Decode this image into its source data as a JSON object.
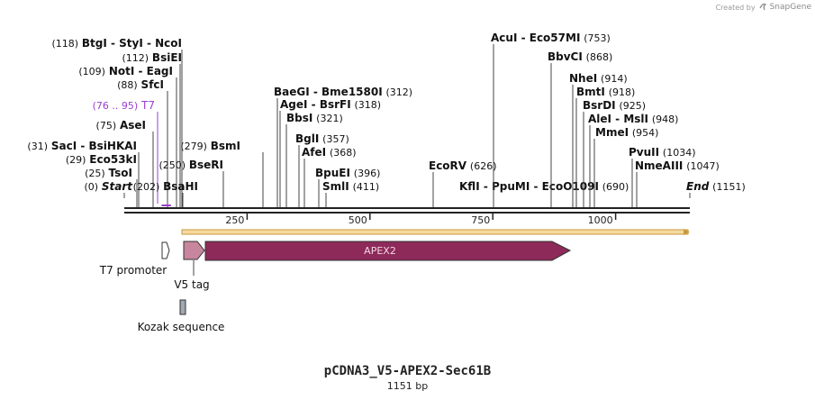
{
  "credit": {
    "prefix": "Created by",
    "brand": "SnapGene"
  },
  "title": "pCDNA3_V5-APEX2-Sec61B",
  "subtitle": "1151 bp",
  "sequence_length": 1151,
  "ruler": {
    "ticks": [
      {
        "pos": 250,
        "label": "250"
      },
      {
        "pos": 500,
        "label": "500"
      },
      {
        "pos": 750,
        "label": "750"
      },
      {
        "pos": 1000,
        "label": "1000"
      }
    ]
  },
  "colors": {
    "backbone": "#222222",
    "orf_band": "#f6d9a0",
    "orf_band_edge": "#c89a3a",
    "apex2": "#8e2a5a",
    "v5": "#c7869e",
    "kozak": "#a0a8b0",
    "t7": "#9b3fd1",
    "label": "#111111"
  },
  "features": {
    "t7_promoter": {
      "label": "T7 promoter",
      "start": 76,
      "end": 95
    },
    "v5_tag": {
      "label": "V5 tag",
      "start": 121,
      "end": 162
    },
    "apex2": {
      "label": "APEX2",
      "start": 166,
      "end": 916
    },
    "kozak": {
      "label": "Kozak sequence",
      "start": 112,
      "end": 120
    }
  },
  "sites": [
    {
      "id": "btgi",
      "names": [
        "BtgI",
        "StyI",
        "NcoI"
      ],
      "num": "(118)",
      "pos": 118
    },
    {
      "id": "bsiei",
      "names": [
        "BsiEI"
      ],
      "num": "(112)",
      "pos": 112
    },
    {
      "id": "noti",
      "names": [
        "NotI",
        "EagI"
      ],
      "num": "(109)",
      "pos": 109
    },
    {
      "id": "sfci",
      "names": [
        "SfcI"
      ],
      "num": "(88)",
      "pos": 88
    },
    {
      "id": "t7",
      "names": [
        "T7"
      ],
      "num": "(76 .. 95)",
      "pos": 85,
      "primer": true
    },
    {
      "id": "asei",
      "names": [
        "AseI"
      ],
      "num": "(75)",
      "pos": 75
    },
    {
      "id": "saci",
      "names": [
        "SacI",
        "BsiHKAI"
      ],
      "num": "(31)",
      "pos": 31
    },
    {
      "id": "eco53ki",
      "names": [
        "Eco53kI"
      ],
      "num": "(29)",
      "pos": 29
    },
    {
      "id": "tsoi",
      "names": [
        "TsoI"
      ],
      "num": "(25)",
      "pos": 25
    },
    {
      "id": "start",
      "names": [
        "Start"
      ],
      "num": "(0)",
      "pos": 0,
      "italic": true
    },
    {
      "id": "bsahi",
      "names": [
        "BsaHI"
      ],
      "num": "(202)",
      "pos": 202
    },
    {
      "id": "bseri",
      "names": [
        "BseRI"
      ],
      "num": "(250)",
      "pos": 250
    },
    {
      "id": "bsmi",
      "names": [
        "BsmI"
      ],
      "num": "(279)",
      "pos": 279
    },
    {
      "id": "baegi",
      "names": [
        "BaeGI",
        "Bme1580I"
      ],
      "num": "(312)",
      "pos": 312
    },
    {
      "id": "agei",
      "names": [
        "AgeI",
        "BsrFI"
      ],
      "num": "(318)",
      "pos": 318
    },
    {
      "id": "bbsi",
      "names": [
        "BbsI"
      ],
      "num": "(321)",
      "pos": 321
    },
    {
      "id": "bgli",
      "names": [
        "BglI"
      ],
      "num": "(357)",
      "pos": 357
    },
    {
      "id": "afei",
      "names": [
        "AfeI"
      ],
      "num": "(368)",
      "pos": 368
    },
    {
      "id": "bpuei",
      "names": [
        "BpuEI"
      ],
      "num": "(396)",
      "pos": 396
    },
    {
      "id": "smli",
      "names": [
        "SmlI"
      ],
      "num": "(411)",
      "pos": 411
    },
    {
      "id": "ecorv",
      "names": [
        "EcoRV"
      ],
      "num": "(626)",
      "pos": 626
    },
    {
      "id": "kfli",
      "names": [
        "KflI",
        "PpuMI",
        "EcoO109I"
      ],
      "num": "(690)",
      "pos": 690
    },
    {
      "id": "acui",
      "names": [
        "AcuI",
        "Eco57MI"
      ],
      "num": "(753)",
      "pos": 753
    },
    {
      "id": "bbvci",
      "names": [
        "BbvCI"
      ],
      "num": "(868)",
      "pos": 868
    },
    {
      "id": "nhei",
      "names": [
        "NheI"
      ],
      "num": "(914)",
      "pos": 914
    },
    {
      "id": "bmti",
      "names": [
        "BmtI"
      ],
      "num": "(918)",
      "pos": 918
    },
    {
      "id": "bsrdi",
      "names": [
        "BsrDI"
      ],
      "num": "(925)",
      "pos": 925
    },
    {
      "id": "alei",
      "names": [
        "AleI",
        "MslI"
      ],
      "num": "(948)",
      "pos": 948
    },
    {
      "id": "mmei",
      "names": [
        "MmeI"
      ],
      "num": "(954)",
      "pos": 954
    },
    {
      "id": "pvuii",
      "names": [
        "PvuII"
      ],
      "num": "(1034)",
      "pos": 1034
    },
    {
      "id": "nmeaiii",
      "names": [
        "NmeAIII"
      ],
      "num": "(1047)",
      "pos": 1047
    },
    {
      "id": "end",
      "names": [
        "End"
      ],
      "num": "(1151)",
      "pos": 1151,
      "italic": true
    }
  ]
}
